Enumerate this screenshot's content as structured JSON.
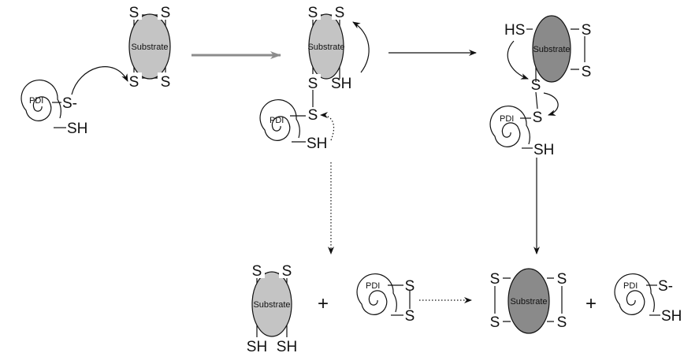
{
  "labels": {
    "substrate": "Substrate",
    "pdi": "PDI",
    "s": "S",
    "s_minus": "S-",
    "sh": "SH",
    "hs": "HS",
    "plus": "+"
  },
  "colors": {
    "substrate_light": "#c4c4c4",
    "substrate_dark": "#8a8a8a",
    "forward_arrow_gray": "#8c8c8c",
    "ink": "#111111"
  }
}
